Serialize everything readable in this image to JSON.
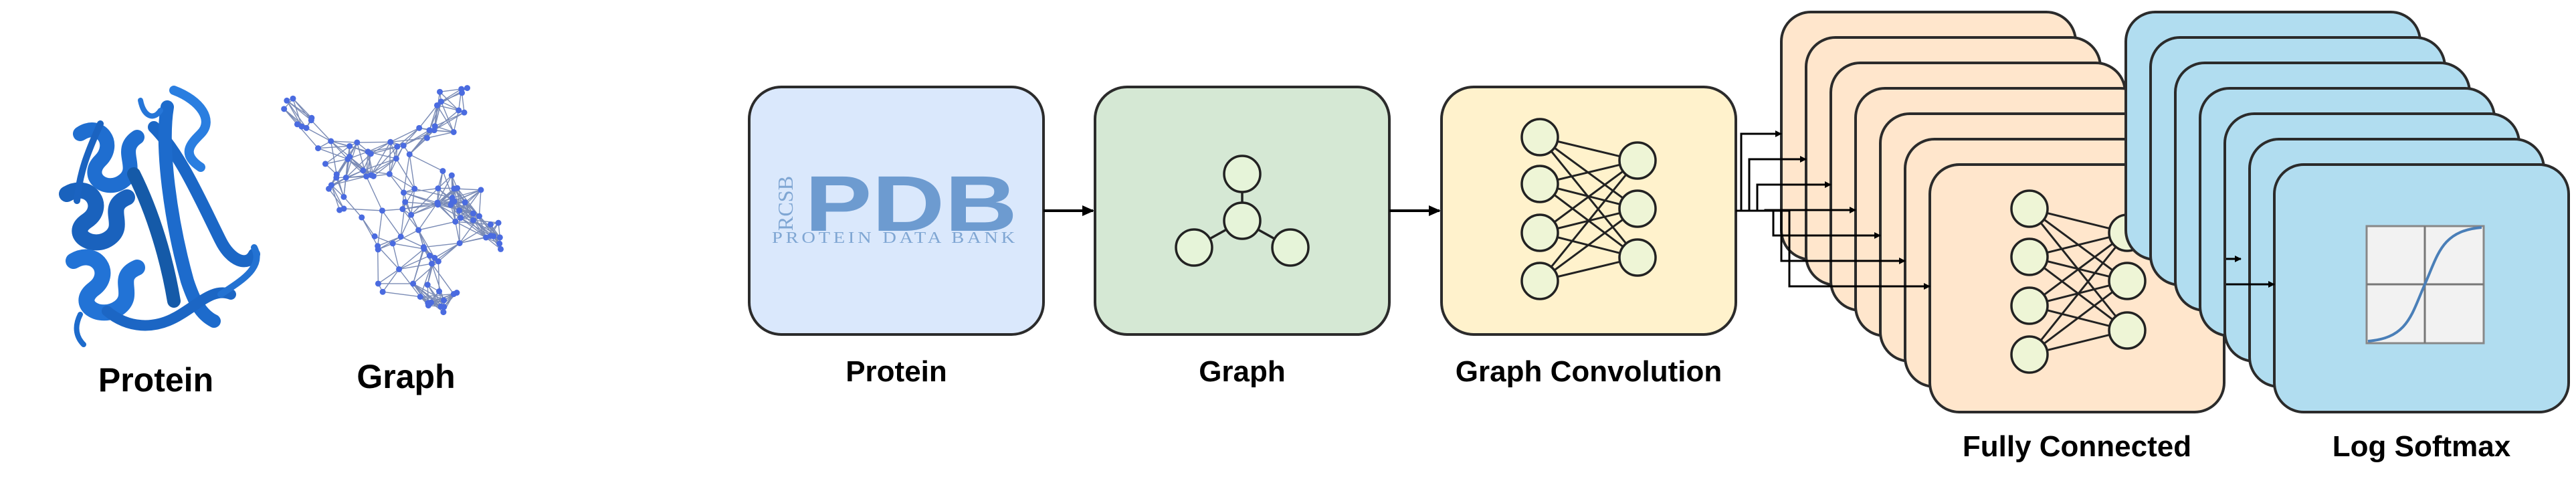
{
  "labels": {
    "protein_image": "Protein",
    "graph_image": "Graph",
    "protein_box": "Protein",
    "graph_box": "Graph",
    "conv_box": "Graph Convolution",
    "fc_stack": "Fully Connected",
    "softmax_stack": "Log Softmax"
  },
  "pdb_logo": {
    "rcsb": "RCSB",
    "pdb": "PDB",
    "subtitle": "PROTEIN DATA BANK"
  },
  "icons": {
    "protein_structure": "protein-ribbon-icon",
    "graph_network": "graph-network-icon",
    "graph_node": "graph-node-icon",
    "neural_network": "neural-network-icon",
    "sigmoid_plot": "sigmoid-plot-icon"
  },
  "colors": {
    "protein_box": "#dae8fc",
    "graph_box": "#d5e8d4",
    "conv_box": "#fff2cc",
    "fc_box": "#ffe6cc",
    "softmax_box": "#b1ddf0",
    "node_fill": "#e6f4d9",
    "ribbon": "#2070cc"
  }
}
